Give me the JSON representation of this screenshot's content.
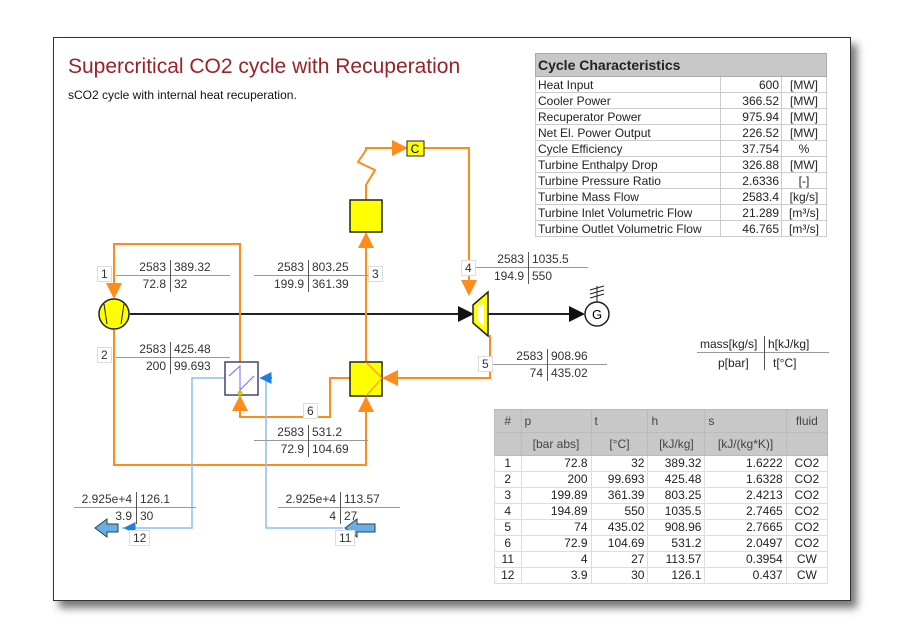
{
  "title": "Supercritical CO2 cycle with Recuperation",
  "subtitle": "sCO2 cycle with internal heat recuperation.",
  "colors": {
    "pipe_co2": "#ff8c1a",
    "pipe_water": "#8cc0f0",
    "component": "#ffff00",
    "title": "#9b2226"
  },
  "cycle": {
    "header": "Cycle Characteristics",
    "rows": [
      {
        "label": "Heat Input",
        "value": "600",
        "unit": "[MW]"
      },
      {
        "label": "Cooler Power",
        "value": "366.52",
        "unit": "[MW]"
      },
      {
        "label": "Recuperator Power",
        "value": "975.94",
        "unit": "[MW]"
      },
      {
        "label": "Net El. Power Output",
        "value": "226.52",
        "unit": "[MW]"
      },
      {
        "label": "Cycle Efficiency",
        "value": "37.754",
        "unit": "%"
      },
      {
        "label": "Turbine Enthalpy Drop",
        "value": "326.88",
        "unit": "[MW]"
      },
      {
        "label": "Turbine Pressure Ratio",
        "value": "2.6336",
        "unit": "[-]"
      },
      {
        "label": "Turbine Mass Flow",
        "value": "2583.4",
        "unit": "[kg/s]"
      },
      {
        "label": "Turbine Inlet Volumetric Flow",
        "value": "21.289",
        "unit": "[m³/s]"
      },
      {
        "label": "Turbine Outlet Volumetric Flow",
        "value": "46.765",
        "unit": "[m³/s]"
      }
    ]
  },
  "legend": {
    "m": "mass[kg/s]",
    "h": "h[kJ/kg]",
    "p": "p[bar]",
    "t": "t[°C]"
  },
  "states_diagram": [
    {
      "id": "1",
      "m": "2583",
      "h": "389.32",
      "p": "72.8",
      "t": "32"
    },
    {
      "id": "2",
      "m": "2583",
      "h": "425.48",
      "p": "200",
      "t": "99.693"
    },
    {
      "id": "3",
      "m": "2583",
      "h": "803.25",
      "p": "199.9",
      "t": "361.39"
    },
    {
      "id": "4",
      "m": "2583",
      "h": "1035.5",
      "p": "194.9",
      "t": "550"
    },
    {
      "id": "5",
      "m": "2583",
      "h": "908.96",
      "p": "74",
      "t": "435.02"
    },
    {
      "id": "6",
      "m": "2583",
      "h": "531.2",
      "p": "72.9",
      "t": "104.69"
    },
    {
      "id": "11",
      "m": "2.925e+4",
      "h": "113.57",
      "p": "4",
      "t": "27"
    },
    {
      "id": "12",
      "m": "2.925e+4",
      "h": "126.1",
      "p": "3.9",
      "t": "30"
    }
  ],
  "heater_label": "C",
  "generator_label": "G",
  "state_table": {
    "headers": [
      "#",
      "p",
      "t",
      "h",
      "s",
      "fluid"
    ],
    "units": [
      "",
      "[bar abs]",
      "[°C]",
      "[kJ/kg]",
      "[kJ/(kg*K)]",
      ""
    ],
    "rows": [
      [
        "1",
        "72.8",
        "32",
        "389.32",
        "1.6222",
        "CO2"
      ],
      [
        "2",
        "200",
        "99.693",
        "425.48",
        "1.6328",
        "CO2"
      ],
      [
        "3",
        "199.89",
        "361.39",
        "803.25",
        "2.4213",
        "CO2"
      ],
      [
        "4",
        "194.89",
        "550",
        "1035.5",
        "2.7465",
        "CO2"
      ],
      [
        "5",
        "74",
        "435.02",
        "908.96",
        "2.7665",
        "CO2"
      ],
      [
        "6",
        "72.9",
        "104.69",
        "531.2",
        "2.0497",
        "CO2"
      ],
      [
        "11",
        "4",
        "27",
        "113.57",
        "0.3954",
        "CW"
      ],
      [
        "12",
        "3.9",
        "30",
        "126.1",
        "0.437",
        "CW"
      ]
    ]
  }
}
